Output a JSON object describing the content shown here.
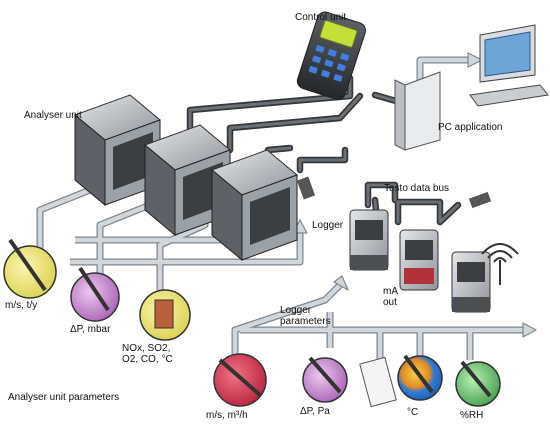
{
  "labels": {
    "control_unit": "Control unit",
    "pc_application": "PC application",
    "analyser_unit": "Analyser unit",
    "logger": "Logger",
    "testo_data_bus": "Testo data bus",
    "ma_out": "mA\nout",
    "logger_parameters": "Logger\nparameters",
    "analyser_unit_parameters": "Analyser unit parameters",
    "sensor_velocity_flow": "m/s, t/y",
    "sensor_pressure_mbar": "ΔP, mbar",
    "sensor_gases": "NOx, SO2,\nO2, CO, °C",
    "sensor_velocity_volume": "m/s, m³/h",
    "sensor_pressure_pa": "ΔP, Pa",
    "sensor_temperature": "°C",
    "sensor_humidity": "%RH"
  },
  "colors": {
    "cable": "#55595e",
    "cable_dark": "#33373b",
    "arrow_fill": "#cfd6dc",
    "arrow_edge": "#7d868e",
    "device_body": "#3d4246",
    "device_light": "#c9ced3",
    "screen": "#c3e03a",
    "sensor_yellow": "#e9e36a",
    "sensor_purple": "#c98ad2",
    "sensor_red": "#d2304a",
    "sensor_blue": "#2f7fd6",
    "sensor_green": "#5fc36a"
  },
  "icons": [
    "control-unit-icon",
    "pc-icon",
    "analyser-module-icon",
    "logger-module-icon",
    "sensor-probe-icon",
    "antenna-icon"
  ]
}
